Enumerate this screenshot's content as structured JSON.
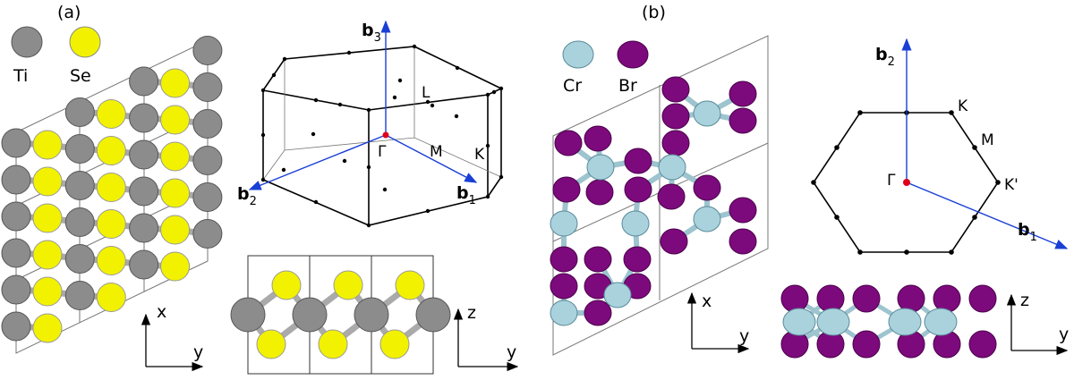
{
  "panels": {
    "a": {
      "label": "(a)"
    },
    "b": {
      "label": "(b)"
    }
  },
  "legend_a": {
    "atom1": "Ti",
    "atom2": "Se"
  },
  "legend_b": {
    "atom1": "Cr",
    "atom2": "Br"
  },
  "bz3d": {
    "b3": "b",
    "b3_sub": "3",
    "b2": "b",
    "b2_sub": "2",
    "b1": "b",
    "b1_sub": "1",
    "gamma": "Γ",
    "L": "L",
    "M": "M",
    "K": "K"
  },
  "bz2d": {
    "b2": "b",
    "b2_sub": "2",
    "b1": "b",
    "b1_sub": "1",
    "gamma": "Γ",
    "K": "K",
    "M": "M",
    "Kp": "K'"
  },
  "axes": {
    "a_top": {
      "vertical": "x",
      "horizontal": "y"
    },
    "a_side": {
      "vertical": "z",
      "horizontal": "y"
    },
    "b_top": {
      "vertical": "x",
      "horizontal": "y"
    },
    "b_side": {
      "vertical": "z",
      "horizontal": "y"
    }
  },
  "colors": {
    "ti": "#8c8c8c",
    "se": "#f2f200",
    "cr": "#a9d2dd",
    "br": "#7d0a7d",
    "vector": "#1a3fd6",
    "gamma_point": "#e0001a"
  }
}
